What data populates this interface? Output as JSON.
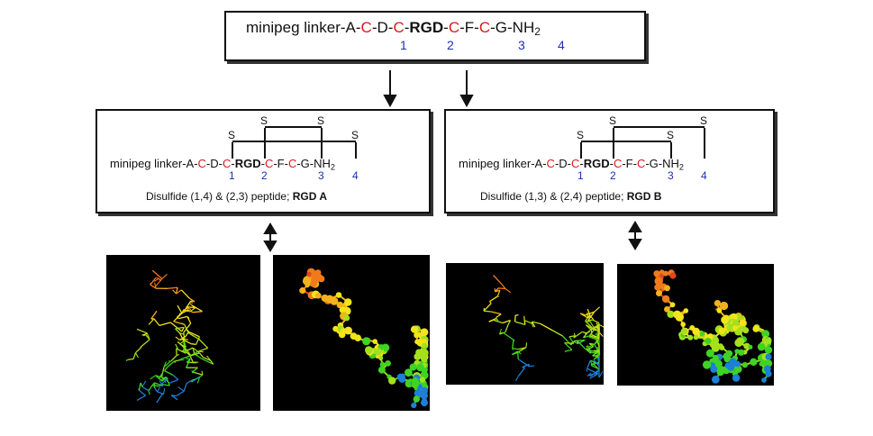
{
  "top": {
    "sequence": [
      {
        "t": "minipeg linker-A-",
        "k": "plain"
      },
      {
        "t": "C",
        "k": "cys"
      },
      {
        "t": "-D-",
        "k": "plain"
      },
      {
        "t": "C",
        "k": "cys"
      },
      {
        "t": "-",
        "k": "plain"
      },
      {
        "t": "RGD",
        "k": "rgd"
      },
      {
        "t": "-",
        "k": "plain"
      },
      {
        "t": "C",
        "k": "cys"
      },
      {
        "t": "-F-",
        "k": "plain"
      },
      {
        "t": "C",
        "k": "cys"
      },
      {
        "t": "-G-NH",
        "k": "plain"
      },
      {
        "t": "2",
        "k": "sub"
      }
    ],
    "numbers": [
      "1",
      "2",
      "3",
      "4"
    ]
  },
  "left": {
    "sequence": [
      {
        "t": "minipeg linker-A-",
        "k": "plain"
      },
      {
        "t": "C",
        "k": "cys"
      },
      {
        "t": "-D-",
        "k": "plain"
      },
      {
        "t": "C",
        "k": "cys"
      },
      {
        "t": "-",
        "k": "plain"
      },
      {
        "t": "RGD",
        "k": "rgd"
      },
      {
        "t": "-",
        "k": "plain"
      },
      {
        "t": "C",
        "k": "cys"
      },
      {
        "t": "-F-",
        "k": "plain"
      },
      {
        "t": "C",
        "k": "cys"
      },
      {
        "t": "-G-NH",
        "k": "plain"
      },
      {
        "t": "2",
        "k": "sub"
      }
    ],
    "numbers": [
      "1",
      "2",
      "3",
      "4"
    ],
    "sulfur": "S",
    "caption_text": "Disulfide (1,4) & (2,3) peptide;",
    "caption_bold": "RGD A"
  },
  "right": {
    "sequence": [
      {
        "t": "minipeg linker-A-",
        "k": "plain"
      },
      {
        "t": "C",
        "k": "cys"
      },
      {
        "t": "-D-",
        "k": "plain"
      },
      {
        "t": "C",
        "k": "cys"
      },
      {
        "t": "-",
        "k": "plain"
      },
      {
        "t": "RGD",
        "k": "rgd"
      },
      {
        "t": "-",
        "k": "plain"
      },
      {
        "t": "C",
        "k": "cys"
      },
      {
        "t": "-F-",
        "k": "plain"
      },
      {
        "t": "C",
        "k": "cys"
      },
      {
        "t": "-G-NH",
        "k": "plain"
      },
      {
        "t": "2",
        "k": "sub"
      }
    ],
    "numbers": [
      "1",
      "2",
      "3",
      "4"
    ],
    "sulfur": "S",
    "caption_text": "Disulfide (1,3) & (2,4) peptide;",
    "caption_bold": "RGD B"
  },
  "colors": {
    "cysteine": "#d81b1b",
    "number": "#1f2fb0",
    "panel_bg": "#000000",
    "molecule_palette": [
      "#e3451c",
      "#f07a1c",
      "#f3b21b",
      "#f2e41a",
      "#a5e01c",
      "#3fd323",
      "#1c7fd8"
    ]
  }
}
